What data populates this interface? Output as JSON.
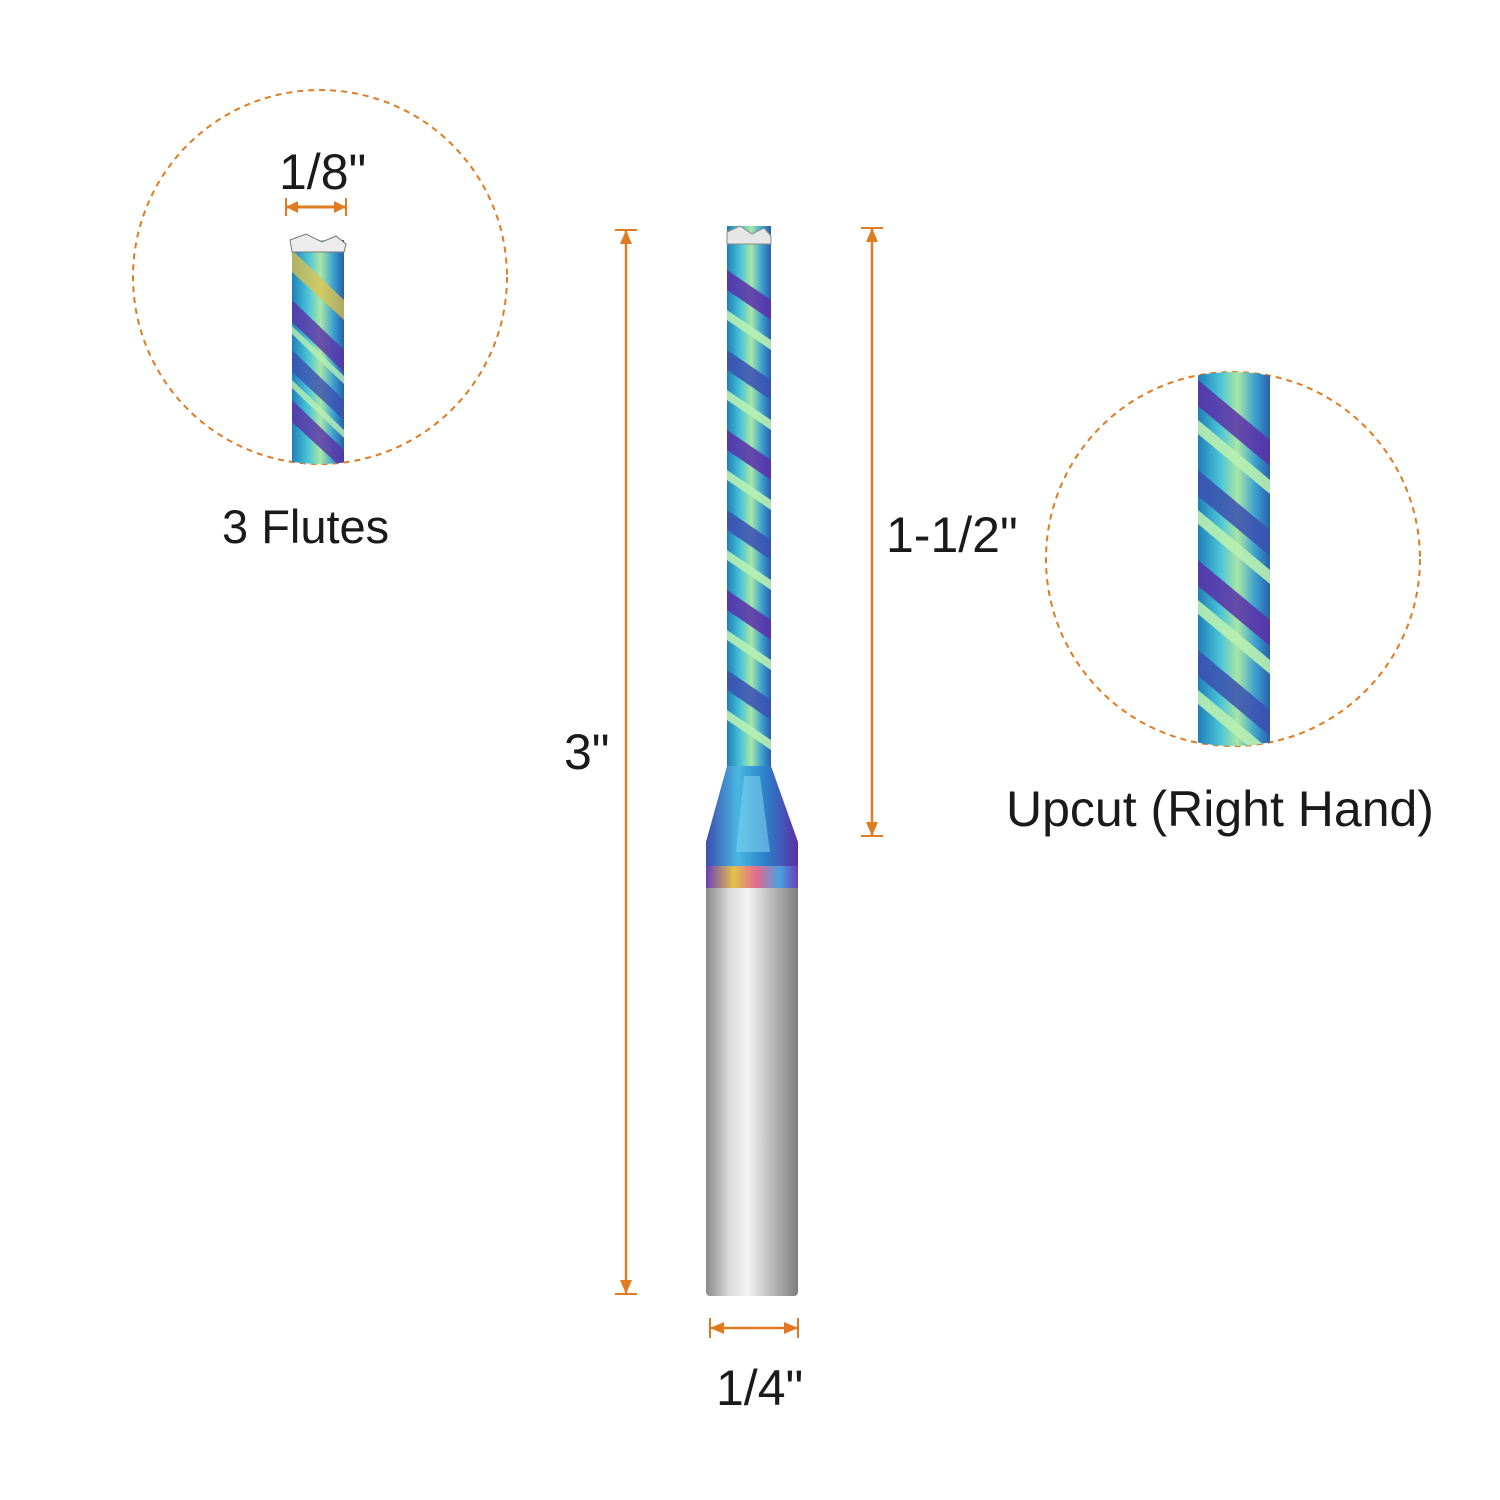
{
  "labels": {
    "tip_diameter": "1/8\"",
    "flute_count": "3 Flutes",
    "overall_length": "3\"",
    "cutting_length": "1-1/2\"",
    "cut_direction": "Upcut (Right Hand)",
    "shank_diameter": "1/4\""
  },
  "colors": {
    "dimension_line": "#e07b22",
    "label_text": "#1a1a1a",
    "shank": "#c8c8c8",
    "coating_blue": "#2aa7d6",
    "coating_purple": "#5b2fa8",
    "coating_green": "#9ee0a0"
  },
  "icons": {
    "main_bit": "end-mill-bit-icon",
    "tip_detail": "flute-tip-detail-icon",
    "flute_detail": "flute-spiral-detail-icon"
  }
}
